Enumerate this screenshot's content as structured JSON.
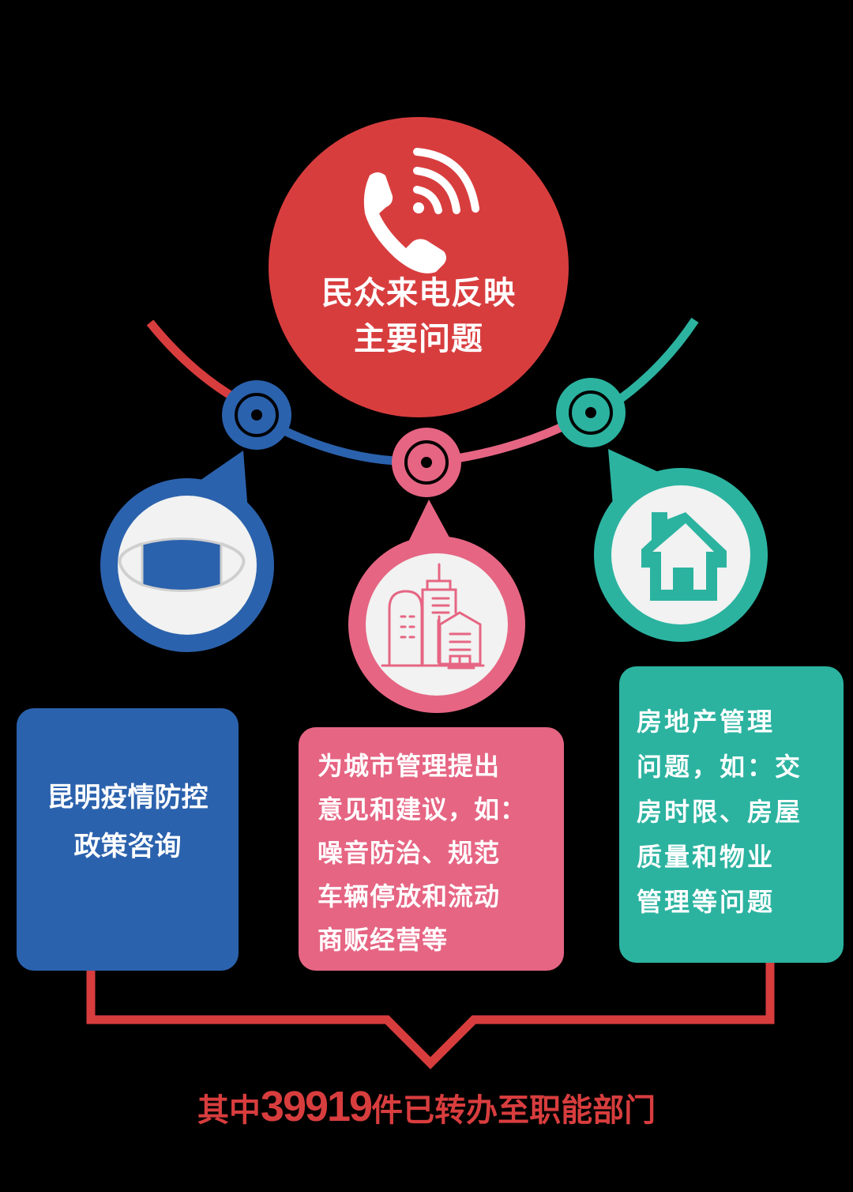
{
  "colors": {
    "background": "#000000",
    "red": "#d83d3e",
    "blue": "#2b62ad",
    "pink": "#e66583",
    "teal": "#2bb3a0",
    "icon_bg": "#f1f2f1",
    "text": "#ffffff"
  },
  "hub": {
    "icon": "phone-ringing-icon",
    "title_line1": "民众来电反映",
    "title_line2": "主要问题"
  },
  "categories": [
    {
      "id": "epidemic",
      "color": "#2b62ad",
      "icon": "face-mask-icon",
      "lines": [
        "昆明疫情防控",
        "政策咨询"
      ]
    },
    {
      "id": "city-management",
      "color": "#e66583",
      "icon": "city-buildings-icon",
      "lines": [
        "为城市管理提出",
        "意见和建议，如：",
        "噪音防治、规范",
        "车辆停放和流动",
        "商贩经营等"
      ]
    },
    {
      "id": "real-estate",
      "color": "#2bb3a0",
      "icon": "house-icon",
      "lines": [
        "房地产管理",
        "问题，如：交",
        "房时限、房屋",
        "质量和物业",
        "管理等问题"
      ]
    }
  ],
  "summary": {
    "prefix": "其中",
    "count": "39919",
    "suffix": "件已转办至职能部门"
  }
}
